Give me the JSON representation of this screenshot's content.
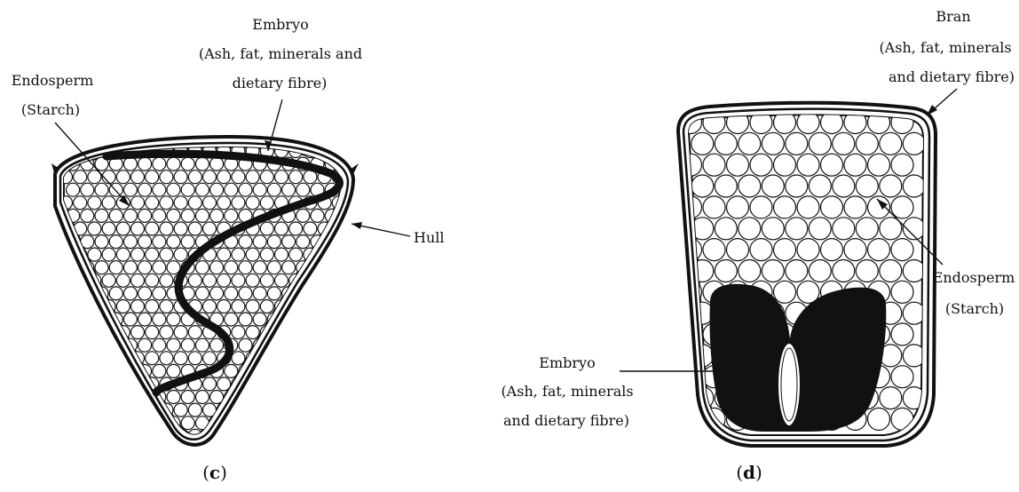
{
  "panel_c": {
    "caption_open": "(",
    "caption_letter": "c",
    "caption_close": ")",
    "labels": {
      "embryo_title": "Embryo",
      "embryo_desc_1": "(Ash, fat, minerals and",
      "embryo_desc_2": "dietary fibre)",
      "endosperm_title": "Endosperm",
      "endosperm_desc": "(Starch)",
      "hull": "Hull"
    }
  },
  "panel_d": {
    "caption_open": "(",
    "caption_letter": "d",
    "caption_close": ")",
    "labels": {
      "bran_title": "Bran",
      "bran_desc_1": "(Ash, fat, minerals",
      "bran_desc_2": "and dietary fibre)",
      "endosperm_title": "Endosperm",
      "endosperm_desc": "(Starch)",
      "embryo_title": "Embryo",
      "embryo_desc_1": "(Ash, fat, minerals",
      "embryo_desc_2": "and dietary fibre)"
    }
  },
  "colors": {
    "ink": "#111111",
    "fill": "#ffffff"
  }
}
